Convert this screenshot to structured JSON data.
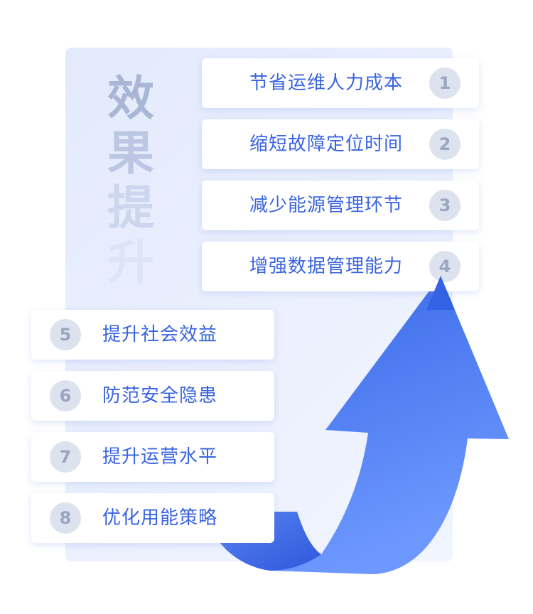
{
  "title_chars": [
    "效",
    "果",
    "提",
    "升"
  ],
  "items": [
    {
      "num": "1",
      "label": "节省运维人力成本"
    },
    {
      "num": "2",
      "label": "缩短故障定位时间"
    },
    {
      "num": "3",
      "label": "减少能源管理环节"
    },
    {
      "num": "4",
      "label": "增强数据管理能力"
    },
    {
      "num": "5",
      "label": "提升社会效益"
    },
    {
      "num": "6",
      "label": "防范安全隐患"
    },
    {
      "num": "7",
      "label": "提升运营水平"
    },
    {
      "num": "8",
      "label": "优化用能策略"
    }
  ],
  "colors": {
    "accent": "#3a64e0",
    "title_top": "#aab6d6",
    "title_bottom": "#dde5f6"
  }
}
